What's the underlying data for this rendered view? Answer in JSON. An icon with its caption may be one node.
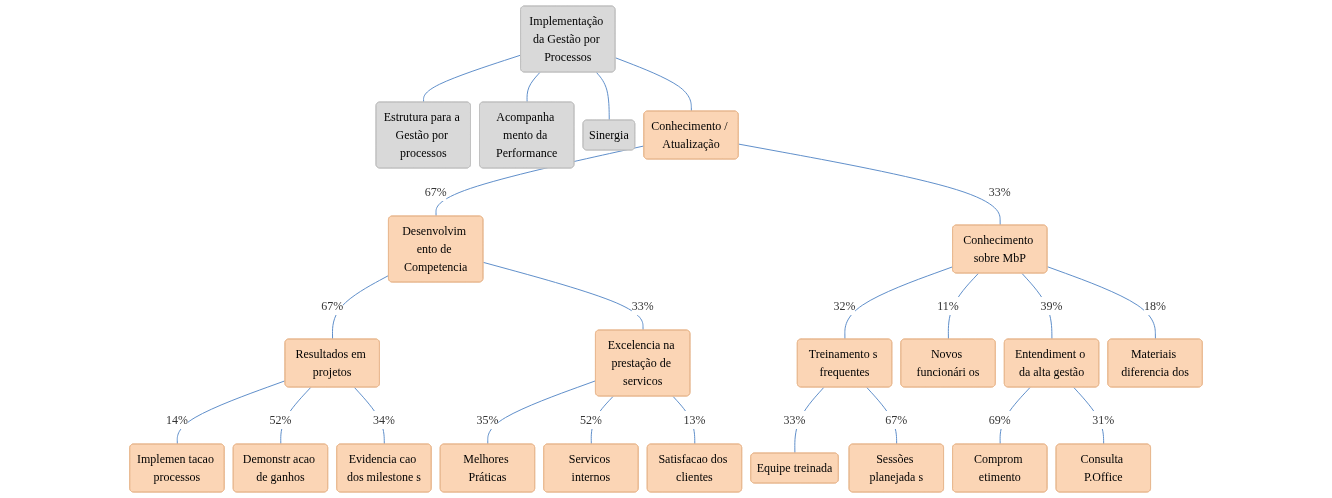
{
  "diagram": {
    "nodes": [
      {
        "text": [
          "Implementação da Gestão por Processos"
        ]
      },
      {
        "text": [
          "Estrutura para a Gestão por processos"
        ]
      },
      {
        "text": [
          "Acompanha mento da Performance"
        ]
      },
      {
        "text": [
          "Sinergia"
        ]
      },
      {
        "text": [
          "Conhecimento / Atualização"
        ]
      },
      {
        "text": [
          "Desenvolvim ento de Competencia"
        ]
      },
      {
        "text": [
          "Conhecimento sobre MbP"
        ]
      },
      {
        "text": [
          "Resultados em projetos"
        ]
      },
      {
        "text": [
          "Excelencia na prestação de servicos"
        ]
      },
      {
        "text": [
          "Treinamento s frequentes"
        ]
      },
      {
        "text": [
          "Novos funcionári os"
        ]
      },
      {
        "text": [
          "Entendiment o da alta gestão"
        ]
      },
      {
        "text": [
          "Materiais diferencia dos"
        ]
      },
      {
        "text": [
          "Implemen tacao processos"
        ]
      },
      {
        "text": [
          "Demonstr acao de ganhos"
        ]
      },
      {
        "text": [
          "Evidencia cao dos milestone s"
        ]
      },
      {
        "text": [
          "Melhores Práticas"
        ]
      },
      {
        "text": [
          "Servicos internos"
        ]
      },
      {
        "text": [
          "Satisfacao dos clientes"
        ]
      },
      {
        "text": [
          "Equipe treinada"
        ]
      },
      {
        "text": [
          "Sessões planejada s"
        ]
      },
      {
        "text": [
          "Comprom etimento"
        ]
      },
      {
        "text": [
          "Consulta P.Office"
        ]
      }
    ],
    "edges": [
      {
        "from": 0,
        "to": 1,
        "arrow": "none"
      },
      {
        "from": 0,
        "to": 2,
        "arrow": "none"
      },
      {
        "from": 0,
        "to": 3,
        "arrow": "none"
      },
      {
        "from": 0,
        "to": 4,
        "arrow": "none"
      },
      {
        "from": 4,
        "to": 5,
        "arrow": "none",
        "label": "67%"
      },
      {
        "from": 4,
        "to": 6,
        "arrow": "none",
        "label": "33%"
      },
      {
        "from": 5,
        "to": 7,
        "arrow": "none",
        "label": "67%"
      },
      {
        "from": 5,
        "to": 8,
        "arrow": "none",
        "label": "33%"
      },
      {
        "from": 6,
        "to": 9,
        "arrow": "none",
        "label": "32%"
      },
      {
        "from": 6,
        "to": 10,
        "arrow": "none",
        "label": "11%"
      },
      {
        "from": 6,
        "to": 11,
        "arrow": "none",
        "label": "39%"
      },
      {
        "from": 6,
        "to": 12,
        "arrow": "none",
        "label": "18%"
      },
      {
        "from": 7,
        "to": 13,
        "arrow": "none",
        "label": "14%"
      },
      {
        "from": 7,
        "to": 14,
        "arrow": "none",
        "label": "52%"
      },
      {
        "from": 7,
        "to": 15,
        "arrow": "none",
        "label": "34%"
      },
      {
        "from": 8,
        "to": 16,
        "arrow": "none",
        "label": "35%"
      },
      {
        "from": 8,
        "to": 17,
        "arrow": "none",
        "label": "52%"
      },
      {
        "from": 8,
        "to": 18,
        "arrow": "none",
        "label": "13%"
      },
      {
        "from": 9,
        "to": 19,
        "arrow": "none",
        "label": "33%"
      },
      {
        "from": 9,
        "to": 20,
        "arrow": "none",
        "label": "67%"
      },
      {
        "from": 11,
        "to": 21,
        "arrow": "none",
        "label": "69%"
      },
      {
        "from": 11,
        "to": 22,
        "arrow": "none",
        "label": "31%"
      }
    ]
  }
}
